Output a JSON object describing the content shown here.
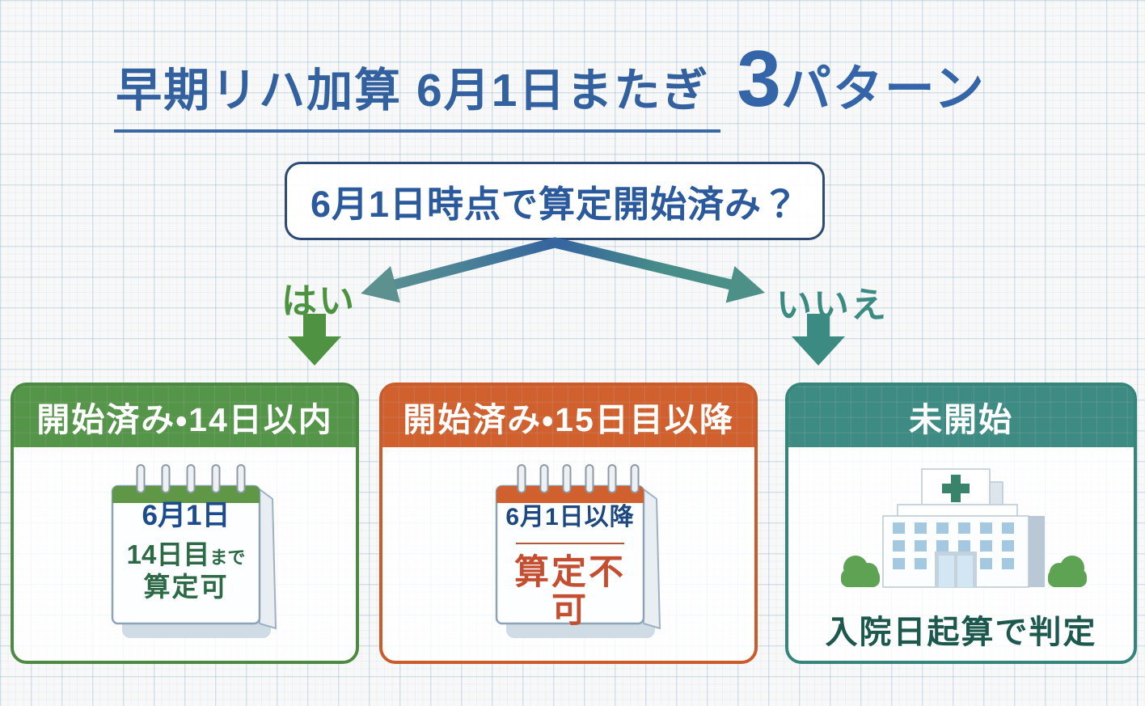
{
  "title": {
    "underlined": "早期リハ加算 6月1日またぎ",
    "big_number": "3",
    "suffix": "パターン"
  },
  "question": {
    "text": "6月1日時点で算定開始済み？"
  },
  "branches": {
    "yes": "はい",
    "no": "いいえ"
  },
  "cards": [
    {
      "header": "開始済み・14日以内",
      "accent_color": "#549549",
      "calendar": {
        "date": "6月1日",
        "duration": "14日目",
        "duration_suffix": "まで",
        "verdict": "算定可"
      }
    },
    {
      "header": "開始済み・15日目以降",
      "accent_color": "#d0602e",
      "calendar": {
        "date": "6月1日以降",
        "verdict": "算定不可"
      }
    },
    {
      "header": "未開始",
      "accent_color": "#3d8b83",
      "note": "入院日起算で判定"
    }
  ],
  "colors": {
    "background": "#f7f8f7",
    "title_blue": "#33619f",
    "question_border": "#2c4a74",
    "question_text": "#2b5a9c",
    "yes_green": "#4b9340",
    "no_teal": "#3c8b82",
    "calendar_date_blue": "#1c4c8e",
    "ok_green": "#2c6a45",
    "ng_red": "#c44f30",
    "note_teal": "#1c584e"
  }
}
